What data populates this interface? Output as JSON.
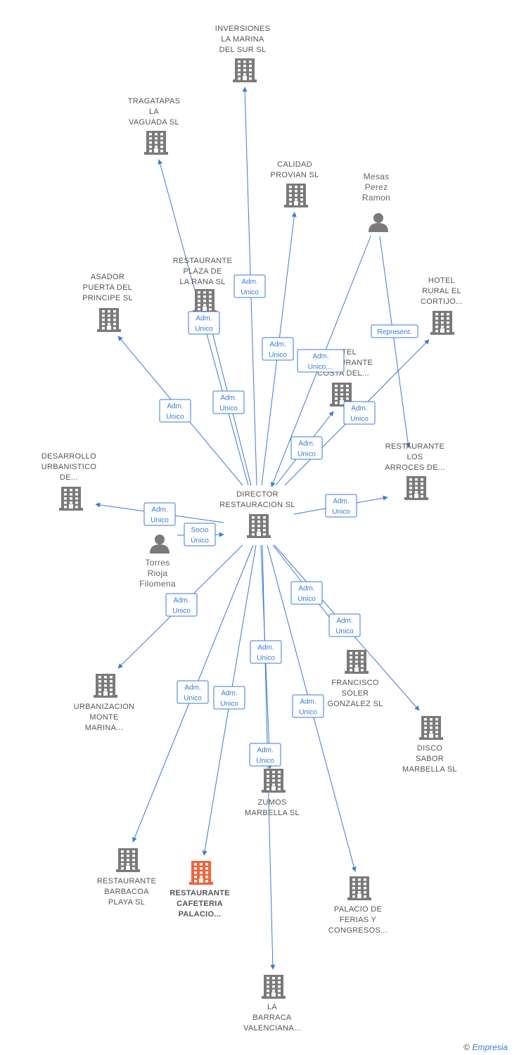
{
  "colors": {
    "edge": "#3a7bd5",
    "icon": "#7a7a7a",
    "highlight": "#f0643c"
  },
  "nodes": [
    {
      "id": "inversiones",
      "type": "company",
      "lines": [
        "INVERSIONES",
        "LA MARINA",
        "DEL SUR SL"
      ]
    },
    {
      "id": "tragatapas",
      "type": "company",
      "lines": [
        "TRAGATAPAS",
        "LA",
        "VAGUADA  SL"
      ]
    },
    {
      "id": "calidad",
      "type": "company",
      "lines": [
        "CALIDAD",
        "PROVIAN SL"
      ]
    },
    {
      "id": "mesas",
      "type": "person",
      "lines": [
        "Mesas",
        "Perez",
        "Ramon"
      ]
    },
    {
      "id": "plaza_rana",
      "type": "company",
      "lines": [
        "RESTAURANTE",
        "PLAZA DE",
        "LA RANA SL"
      ]
    },
    {
      "id": "asador",
      "type": "company",
      "lines": [
        "ASADOR",
        "PUERTA DEL",
        "PRINCIPE SL"
      ]
    },
    {
      "id": "hotel_rural",
      "type": "company",
      "lines": [
        "HOTEL",
        "RURAL EL",
        "CORTIJO..."
      ]
    },
    {
      "id": "hotel_rest_costa",
      "type": "company",
      "lines": [
        "HOTEL",
        "RESTAURANTE",
        "COSTA DEL..."
      ]
    },
    {
      "id": "restaurante_arroces",
      "type": "company",
      "lines": [
        "RESTAURANTE",
        "LOS",
        "ARROCES DE..."
      ]
    },
    {
      "id": "desarrollo",
      "type": "company",
      "lines": [
        "DESARROLLO",
        "URBANISTICO",
        "DE..."
      ]
    },
    {
      "id": "director",
      "type": "company",
      "lines": [
        "DIRECTOR",
        "RESTAURACION SL"
      ]
    },
    {
      "id": "torres",
      "type": "person",
      "lines": [
        "Torres",
        "Rioja",
        "Filomena"
      ]
    },
    {
      "id": "urbanizacion",
      "type": "company",
      "lines": [
        "URBANIZACION",
        "MONTE",
        "MARINA..."
      ]
    },
    {
      "id": "francisco",
      "type": "company",
      "lines": [
        "FRANCISCO",
        "SOLER",
        "GONZALEZ  SL"
      ]
    },
    {
      "id": "disco",
      "type": "company",
      "lines": [
        "DISCO",
        "SABOR",
        "MARBELLA SL"
      ]
    },
    {
      "id": "zumos",
      "type": "company",
      "lines": [
        "ZUMOS",
        "MARBELLA SL"
      ]
    },
    {
      "id": "barbacoa",
      "type": "company",
      "lines": [
        "RESTAURANTE",
        "BARBACOA",
        "PLAYA SL"
      ]
    },
    {
      "id": "cafeteria",
      "type": "company",
      "highlight": true,
      "lines": [
        "RESTAURANTE",
        "CAFETERIA",
        "PALACIO..."
      ]
    },
    {
      "id": "palacio_ferias",
      "type": "company",
      "lines": [
        "PALACIO DE",
        "FERIAS Y",
        "CONGRESOS..."
      ]
    },
    {
      "id": "barraca",
      "type": "company",
      "lines": [
        "LA",
        "BARRACA",
        "VALENCIANA..."
      ]
    }
  ],
  "edges": [
    {
      "from": "director",
      "to": "inversiones",
      "label": [
        "Adm.",
        "Unico"
      ]
    },
    {
      "from": "director",
      "to": "tragatapas",
      "label": [
        "Adm.",
        "Unico"
      ]
    },
    {
      "from": "director",
      "to": "calidad",
      "label": [
        "Adm.",
        "Unico"
      ]
    },
    {
      "from": "director",
      "to": "plaza_rana",
      "label": [
        "Adm.",
        "Unico"
      ]
    },
    {
      "from": "director",
      "to": "asador",
      "label": [
        "Adm.",
        "Unico"
      ]
    },
    {
      "from": "mesas",
      "to": "director",
      "label": [
        "Adm.",
        "Unico,..."
      ]
    },
    {
      "from": "mesas",
      "to": "restaurante_arroces",
      "label": [
        "Represent."
      ]
    },
    {
      "from": "director",
      "to": "hotel_rural",
      "label": [
        "Adm.",
        "Unico"
      ]
    },
    {
      "from": "director",
      "to": "hotel_rest_costa",
      "label": [
        "Adm.",
        "Unico"
      ]
    },
    {
      "from": "director",
      "to": "restaurante_arroces",
      "label": [
        "Adm.",
        "Unico"
      ]
    },
    {
      "from": "director",
      "to": "desarrollo",
      "label": [
        "Adm.",
        "Unico"
      ]
    },
    {
      "from": "torres",
      "to": "director",
      "label": [
        "Socio",
        "Único"
      ]
    },
    {
      "from": "director",
      "to": "urbanizacion",
      "label": [
        "Adm.",
        "Unico"
      ]
    },
    {
      "from": "director",
      "to": "francisco",
      "label": [
        "Adm.",
        "Unico"
      ]
    },
    {
      "from": "director",
      "to": "disco",
      "label": [
        "Adm.",
        "Unico"
      ]
    },
    {
      "from": "director",
      "to": "zumos",
      "label": [
        "Adm.",
        "Unico"
      ]
    },
    {
      "from": "director",
      "to": "barbacoa",
      "label": [
        "Adm.",
        "Unico"
      ]
    },
    {
      "from": "director",
      "to": "cafeteria",
      "label": [
        "Adm.",
        "Unico"
      ]
    },
    {
      "from": "director",
      "to": "palacio_ferias",
      "label": [
        "Adm.",
        "Unico"
      ]
    },
    {
      "from": "director",
      "to": "barraca",
      "label": [
        "Adm.",
        "Unico"
      ]
    }
  ],
  "footer": {
    "copyright": "©",
    "brand": "Empresia"
  }
}
